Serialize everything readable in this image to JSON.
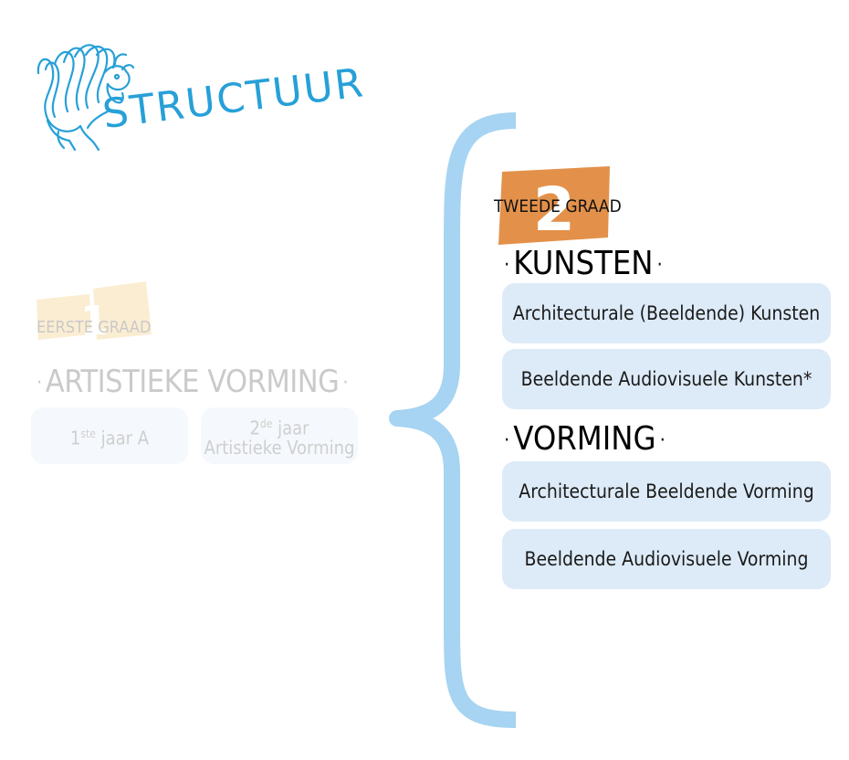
{
  "logo": {
    "title": "STRUCTUUR"
  },
  "eerste_graad": {
    "number": "1",
    "label": "EERSTE GRAAD",
    "title": "ARTISTIEKE VORMING",
    "options": [
      {
        "pre": "1",
        "sup": "ste",
        "post": " jaar A"
      },
      {
        "pre": "2",
        "sup": "de",
        "post": " jaar",
        "line2": "Artistieke Vorming"
      }
    ]
  },
  "tweede_graad": {
    "number": "2",
    "label": "TWEEDE GRAAD",
    "sections": [
      {
        "title": "KUNSTEN",
        "options": [
          "Architecturale (Beeldende) Kunsten",
          "Beeldende Audiovisuele Kunsten*"
        ]
      },
      {
        "title": "VORMING",
        "options": [
          "Architecturale Beeldende Vorming",
          "Beeldende Audiovisuele Vorming"
        ]
      }
    ]
  },
  "colors": {
    "brand_blue": "#27a0d8",
    "brace_blue": "#a6d4f2",
    "badge_orange": "#e3914a",
    "badge_faded": "#f8dfae",
    "chip_bg": "#ddebf8"
  },
  "icons": {
    "logo": "winged-bull-icon"
  }
}
